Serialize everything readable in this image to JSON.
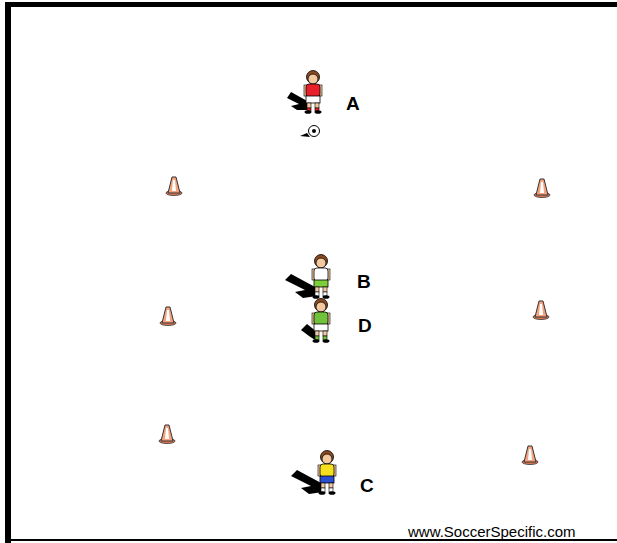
{
  "diagram": {
    "labels": [
      "A",
      "B",
      "D",
      "C",
      "www.SoccerSpecific.com"
    ]
  }
}
